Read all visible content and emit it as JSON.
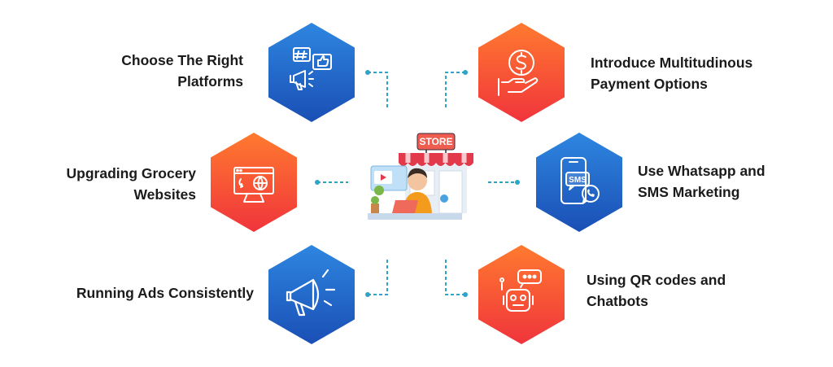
{
  "diagram": {
    "center": {
      "store_sign": "STORE"
    },
    "items": [
      {
        "id": "platforms",
        "lines": [
          "Choose The Right",
          "Platforms"
        ],
        "color": "blue",
        "icon": "hashtag-like-megaphone-icon"
      },
      {
        "id": "payment",
        "lines": [
          "Introduce Multitudinous",
          "Payment Options"
        ],
        "color": "orange",
        "icon": "money-hand-icon"
      },
      {
        "id": "websites",
        "lines": [
          "Upgrading Grocery",
          "Websites"
        ],
        "color": "orange",
        "icon": "website-monitor-icon"
      },
      {
        "id": "whatsapp",
        "lines": [
          "Use Whatsapp and",
          "SMS Marketing"
        ],
        "color": "blue",
        "icon": "phone-sms-icon",
        "icon_text": "SMS"
      },
      {
        "id": "ads",
        "lines": [
          "Running Ads Consistently"
        ],
        "color": "blue",
        "icon": "megaphone-icon"
      },
      {
        "id": "qr",
        "lines": [
          "Using QR codes and",
          "Chatbots"
        ],
        "color": "orange",
        "icon": "chatbot-icon"
      }
    ],
    "colors": {
      "blue_top": "#2e86e0",
      "blue_bottom": "#1a4fb5",
      "orange_top": "#ff7a2f",
      "orange_bottom": "#f0343c",
      "connector": "#2fa3c8",
      "text": "#1b1b1b"
    }
  }
}
